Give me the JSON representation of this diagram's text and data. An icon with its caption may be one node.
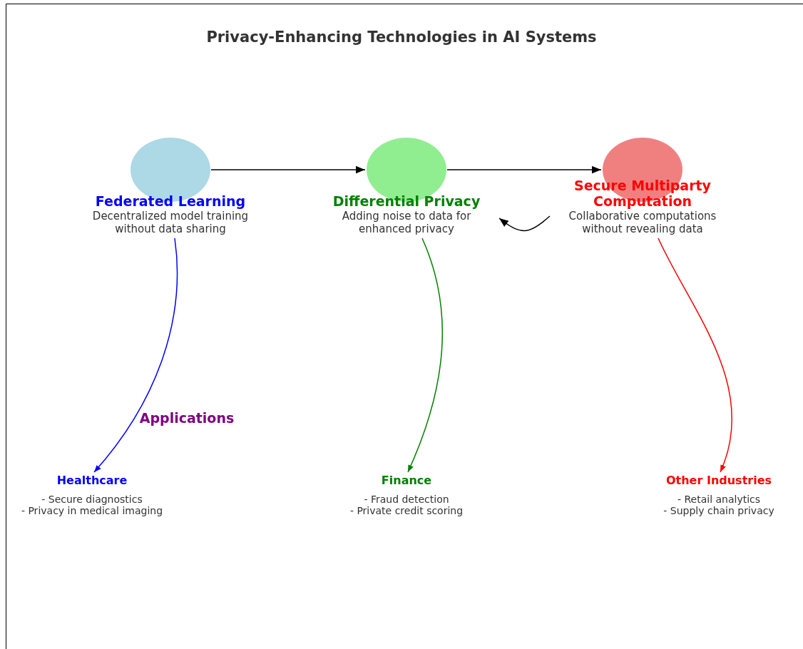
{
  "diagram": {
    "title": "Privacy-Enhancing Technologies in AI Systems",
    "nodes": [
      {
        "text": [
          "Federated Learning",
          "Decentralized model training without data sharing"
        ]
      },
      {
        "text": [
          "Differential Privacy",
          "Adding noise to data for enhanced privacy"
        ]
      },
      {
        "text": [
          "Secure Multiparty Computation",
          "Collaborative computations without revealing data"
        ]
      },
      {
        "text": [
          "Healthcare",
          "- Secure diagnostics",
          "- Privacy in medical imaging"
        ]
      },
      {
        "text": [
          "Finance",
          "- Fraud detection",
          "- Private credit scoring"
        ]
      },
      {
        "text": [
          "Other Industries",
          "- Retail analytics",
          "- Supply chain privacy"
        ]
      }
    ],
    "edges": [
      {
        "from": 0,
        "to": 1,
        "arrow": "to"
      },
      {
        "from": 1,
        "to": 2,
        "arrow": "to"
      },
      {
        "from": 2,
        "to": 1,
        "arrow": "to"
      },
      {
        "from": 0,
        "to": 3,
        "arrow": "to",
        "color": "#0000ff"
      },
      {
        "from": 1,
        "to": 4,
        "arrow": "to",
        "color": "#008000"
      },
      {
        "from": 2,
        "to": 5,
        "arrow": "to",
        "color": "#ff0000"
      }
    ],
    "labels": [
      "Applications"
    ]
  }
}
